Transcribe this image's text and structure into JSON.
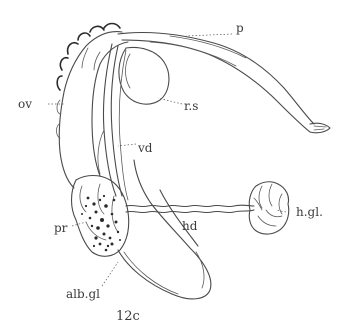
{
  "labels": {
    "ov": "ov",
    "p": "p",
    "rs": "r.s",
    "vd": "vd",
    "pr": "pr",
    "hd": "hd",
    "hgl": "h.gl.",
    "albgl": "alb.gl",
    "figure": "12c"
  }
}
